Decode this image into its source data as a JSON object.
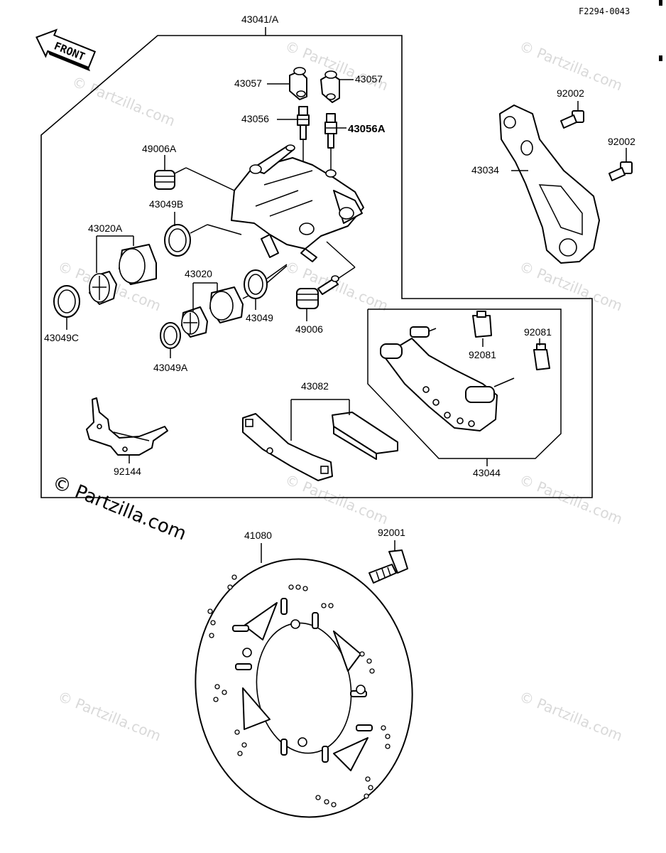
{
  "reference_code": "F2294-0043",
  "front_arrow_label": "FRONT",
  "watermark_text": "© Partzilla.com",
  "copyright_text": "© Partzilla.com",
  "labels": {
    "caliper_assembly": "43041/A",
    "bleeder_cap_left": "43057",
    "bleeder_cap_right": "43057",
    "bleeder_valve": "43056",
    "bleeder_valve_a": "43056A",
    "boot_a": "49006A",
    "seal_b": "43049B",
    "piston_a": "43020A",
    "piston": "43020",
    "seal": "43049",
    "boot": "49006",
    "seal_c": "43049C",
    "seal_a": "43049A",
    "bolt_upper": "92002",
    "bolt_lower": "92002",
    "caliper_bracket": "43034",
    "clip_upper": "92081",
    "clip_right": "92081",
    "pad_holder": "43044",
    "brake_pads": "43082",
    "spring": "92144",
    "disc": "41080",
    "disc_bolt": "92001"
  }
}
